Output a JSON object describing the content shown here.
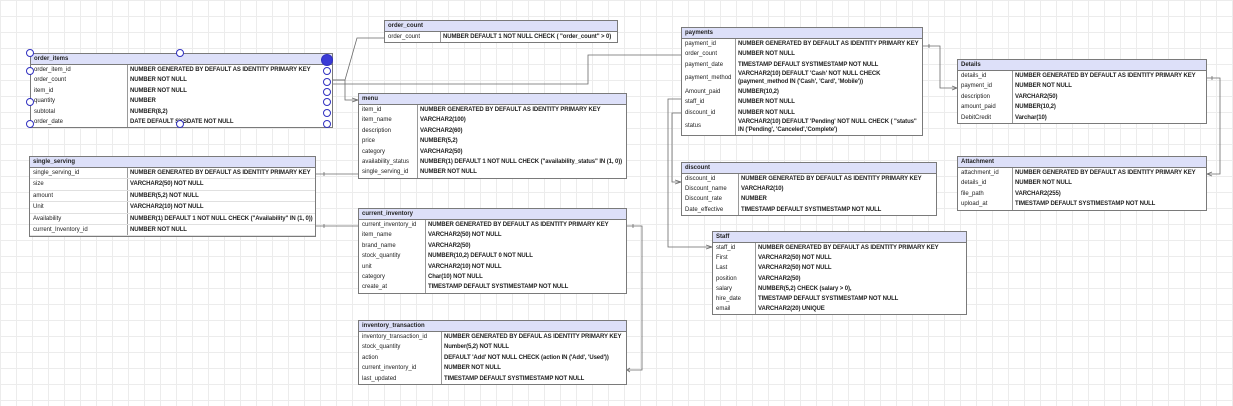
{
  "tables": [
    {
      "id": "order_items",
      "title": "order_items",
      "rows": [
        {
          "name": "order_item_id",
          "type": "NUMBER GENERATED BY DEFAULT AS IDENTITY PRIMARY KEY"
        },
        {
          "name": "order_count",
          "type": "NUMBER NOT NULL"
        },
        {
          "name": "item_id",
          "type": "NUMBER NOT NULL"
        },
        {
          "name": "quantity",
          "type": "NUMBER"
        },
        {
          "name": "subtotal",
          "type": "NUMBER(8,2)"
        },
        {
          "name": "order_date",
          "type": "DATE DEFAULT SYSDATE NOT NULL"
        }
      ]
    },
    {
      "id": "order_count",
      "title": "order_count",
      "rows": [
        {
          "name": "order_count",
          "type": "NUMBER DEFAULT 1 NOT NULL  CHECK ( \"order_count\" > 0)"
        }
      ]
    },
    {
      "id": "menu",
      "title": "menu",
      "rows": [
        {
          "name": "item_id",
          "type": "NUMBER GENERATED BY DEFAULT AS IDENTITY PRIMARY KEY"
        },
        {
          "name": "item_name",
          "type": "VARCHAR2(100)"
        },
        {
          "name": "description",
          "type": "VARCHAR2(60)"
        },
        {
          "name": "price",
          "type": "NUMBER(5,2)"
        },
        {
          "name": "category",
          "type": "VARCHAR2(50)"
        },
        {
          "name": "availability_status",
          "type": "NUMBER(1) DEFAULT 1 NOT NULL CHECK (\"availability_status\" IN (1, 0))"
        },
        {
          "name": "single_serving_id",
          "type": "NUMBER NOT NULL"
        }
      ]
    },
    {
      "id": "single_serving",
      "title": "single_serving",
      "rows": [
        {
          "name": "single_serving_id",
          "type": "NUMBER GENERATED BY DEFAULT AS IDENTITY PRIMARY KEY"
        },
        {
          "name": "size",
          "type": "VARCHAR2(50) NOT NULL"
        },
        {
          "name": "amount",
          "type": "NUMBER(5,2) NOT NULL"
        },
        {
          "name": "Unit",
          "type": "VARCHAR2(10) NOT NULL"
        },
        {
          "name": "Availability",
          "type": "NUMBER(1) DEFAULT 1 NOT NULL CHECK (\"Availability\" IN (1, 0))"
        },
        {
          "name": "current_Inventory_id",
          "type": "NUMBER NOT NULL"
        }
      ]
    },
    {
      "id": "current_inventory",
      "title": "current_inventory",
      "rows": [
        {
          "name": "current_inventory_id",
          "type": "NUMBER GENERATED BY DEFAULT AS IDENTITY PRIMARY KEY"
        },
        {
          "name": "item_name",
          "type": "VARCHAR2(50) NOT NULL"
        },
        {
          "name": "brand_name",
          "type": "VARCHAR2(50)"
        },
        {
          "name": "stock_quantity",
          "type": "NUMBER(10,2) DEFAULT 0 NOT NULL"
        },
        {
          "name": "unit",
          "type": "VARCHAR2(10) NOT NULL"
        },
        {
          "name": "category",
          "type": "Char(10) NOT NULL"
        },
        {
          "name": "create_at",
          "type": "TIMESTAMP DEFAULT SYSTIMESTAMP NOT NULL"
        }
      ]
    },
    {
      "id": "inventory_transaction",
      "title": "inventory_transaction",
      "rows": [
        {
          "name": "inventory_transaction_id",
          "type": "NUMBER GENERATED BY DEFAUL AS IDENTITY PRIMARY KEY"
        },
        {
          "name": "stock_quantity",
          "type": "Number(5,2) NOT NULL"
        },
        {
          "name": "action",
          "type": "DEFAULT 'Add' NOT NULL CHECK (action IN ('Add', 'Used'))"
        },
        {
          "name": "current_inventory_id",
          "type": "NUMBER NOT NULL"
        },
        {
          "name": "last_updated",
          "type": "TIMESTAMP DEFAULT SYSTIMESTAMP NOT NULL"
        }
      ]
    },
    {
      "id": "payments",
      "title": "payments",
      "rows": [
        {
          "name": "payment_id",
          "type": "NUMBER GENERATED BY DEFAULT AS IDENTITY PRIMARY KEY"
        },
        {
          "name": "order_count",
          "type": "NUMBER NOT NULL"
        },
        {
          "name": "payment_date",
          "type": "TIMESTAMP DEFAULT SYSTIMESTAMP NOT NULL"
        },
        {
          "name": "payment_method",
          "type": "VARCHAR2(10) DEFAULT 'Cash' NOT NULL CHECK\n(payment_method IN ('Cash', 'Card', 'Mobile'))"
        },
        {
          "name": "Amount_paid",
          "type": "NUMBER(10,2)"
        },
        {
          "name": "staff_id",
          "type": "NUMBER NOT NULL"
        },
        {
          "name": "discount_id",
          "type": "NUMBER NOT NULL"
        },
        {
          "name": "status",
          "type": "VARCHAR2(10) DEFAULT 'Pending' NOT NULL CHECK ( \"status\"\nIN ('Pending', 'Canceled','Complete')"
        }
      ]
    },
    {
      "id": "discount",
      "title": "discount",
      "rows": [
        {
          "name": "discount_id",
          "type": "NUMBER GENERATED BY DEFAULT AS IDENTITY PRIMARY KEY"
        },
        {
          "name": "Discount_name",
          "type": "VARCHAR2(10)"
        },
        {
          "name": "Discount_rate",
          "type": "NUMBER"
        },
        {
          "name": "Date_effective",
          "type": "TIMESTAMP DEFAULT SYSTIMESTAMP NOT NULL"
        }
      ]
    },
    {
      "id": "staff",
      "title": "Staff",
      "rows": [
        {
          "name": "staff_id",
          "type": "NUMBER GENERATED BY DEFAULT AS IDENTITY PRIMARY KEY"
        },
        {
          "name": "First",
          "type": "VARCHAR2(50) NOT NULL"
        },
        {
          "name": "Last",
          "type": "VARCHAR2(50) NOT NULL"
        },
        {
          "name": "position",
          "type": "VARCHAR2(50)"
        },
        {
          "name": "salary",
          "type": "NUMBER(5,2) CHECK (salary > 0),"
        },
        {
          "name": "hire_date",
          "type": "TIMESTAMP DEFAULT SYSTIMESTAMP NOT NULL"
        },
        {
          "name": "email",
          "type": "VARCHAR2(20) UNIQUE"
        }
      ]
    },
    {
      "id": "details",
      "title": "Details",
      "rows": [
        {
          "name": "details_id",
          "type": "NUMBER GENERATED BY DEFAULT AS IDENTITY PRIMARY KEY"
        },
        {
          "name": "payment_id",
          "type": "NUMBER NOT NULL"
        },
        {
          "name": "description",
          "type": "VARCHAR2(50)"
        },
        {
          "name": "amount_paid",
          "type": "NUMBER(10,2)"
        },
        {
          "name": "DebitCredit",
          "type": "Varchar(10)"
        }
      ]
    },
    {
      "id": "attachment",
      "title": "Attachment",
      "rows": [
        {
          "name": "attachment_id",
          "type": "NUMBER GENERATED BY DEFAULT AS IDENTITY PRIMARY KEY"
        },
        {
          "name": "details_id",
          "type": "NUMBER NOT NULL"
        },
        {
          "name": "file_path",
          "type": "VARCHAR2(255)"
        },
        {
          "name": "upload_at",
          "type": "TIMESTAMP DEFAULT SYSTIMESTAMP NOT NULL"
        }
      ]
    }
  ]
}
